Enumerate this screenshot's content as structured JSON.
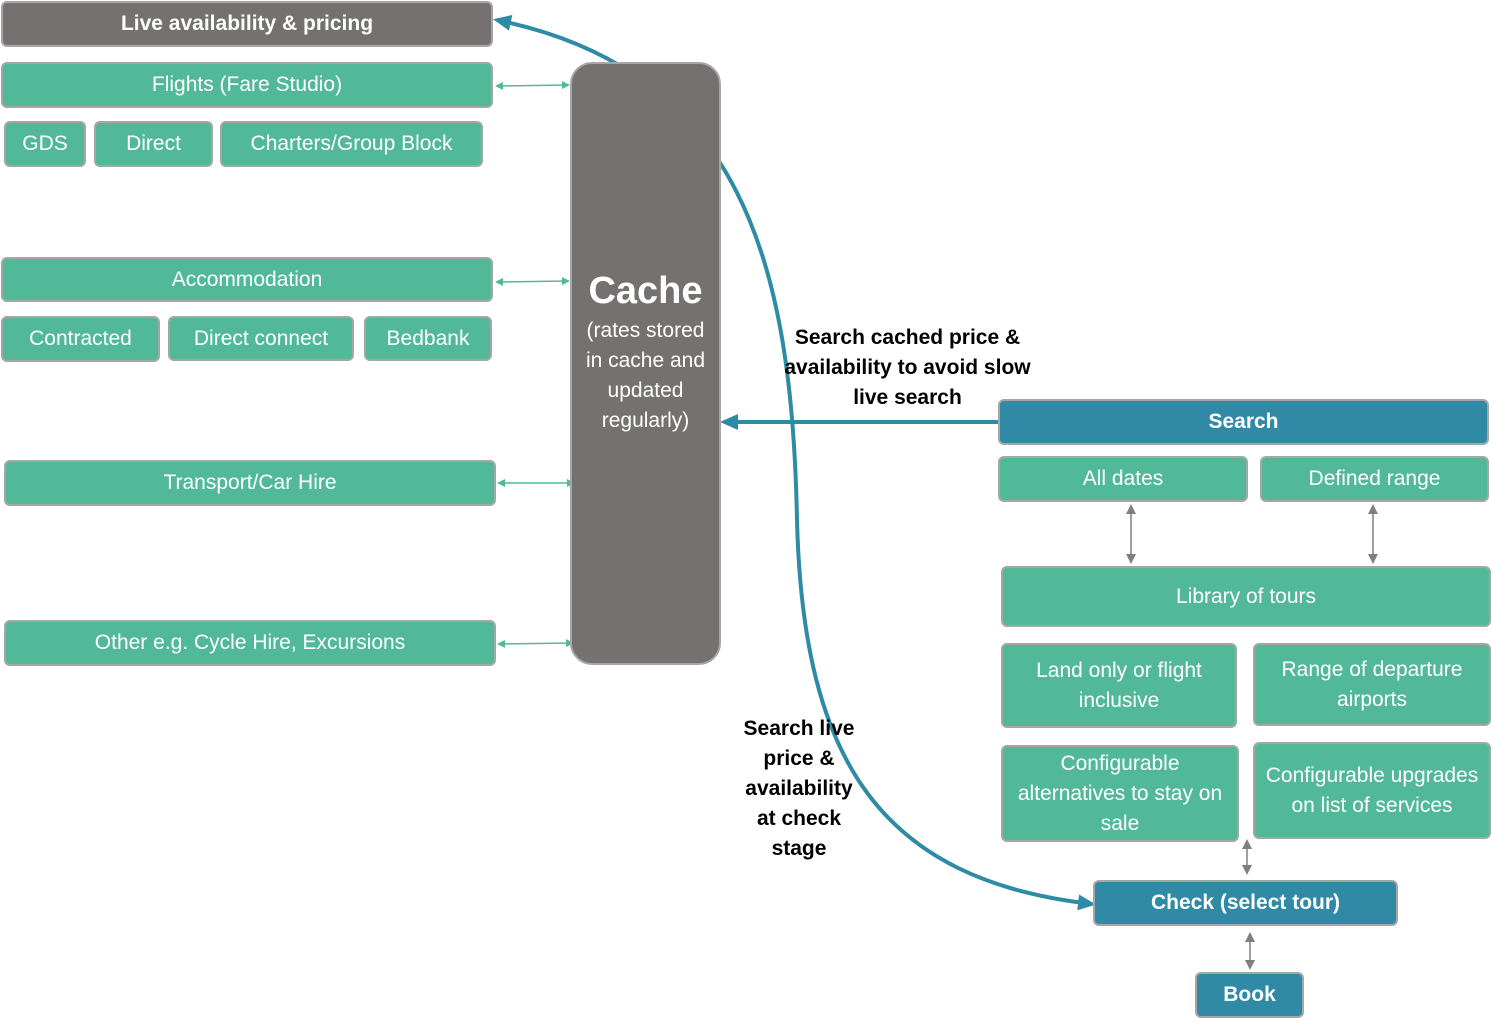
{
  "suppliers": {
    "live_header": "Live availability & pricing",
    "flights": {
      "title": "Flights (Fare Studio)",
      "items": [
        "GDS",
        "Direct",
        "Charters/Group Block"
      ]
    },
    "accommodation": {
      "title": "Accommodation",
      "items": [
        "Contracted",
        "Direct connect",
        "Bedbank"
      ]
    },
    "transport": {
      "title": "Transport/Car Hire"
    },
    "other": {
      "title": "Other e.g. Cycle Hire, Excursions"
    }
  },
  "cache": {
    "title": "Cache",
    "subtitle": "(rates stored in cache and updated regularly)"
  },
  "annotations": {
    "cached_search": "Search cached price & availability to avoid slow live search",
    "live_search": "Search live price & availability at check stage"
  },
  "flow": {
    "search": "Search",
    "all_dates": "All dates",
    "defined_range": "Defined range",
    "library": "Library of tours",
    "land_only": "Land only or flight inclusive",
    "departure_airports": "Range of departure airports",
    "alternatives": "Configurable alternatives to stay on sale",
    "upgrades": "Configurable upgrades on list of services",
    "check": "Check (select tour)",
    "book": "Book"
  },
  "colors": {
    "green": "#52b998",
    "grey": "#767171",
    "blue": "#318aa5",
    "connector": "#2e8ba6"
  }
}
